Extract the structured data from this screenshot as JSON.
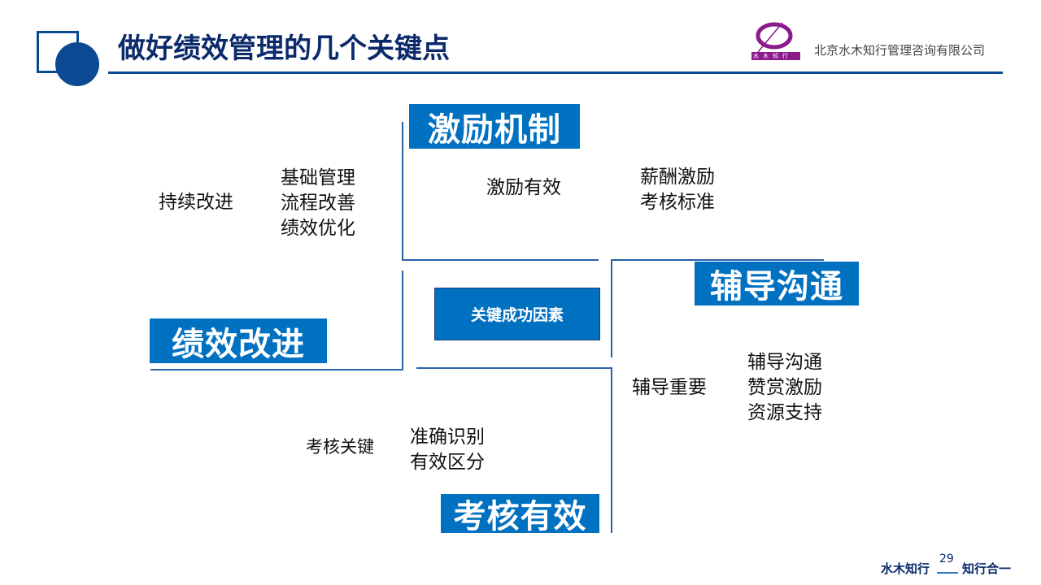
{
  "header": {
    "title": "做好绩效管理的几个关键点",
    "company": "北京水木知行管理咨询有限公司",
    "logo_text": "水木知行"
  },
  "center": "关键成功因素",
  "quadrants": [
    {
      "tag": "激励机制",
      "label": "激励有效",
      "items": [
        "薪酬激励",
        "考核标准"
      ]
    },
    {
      "tag": "辅导沟通",
      "label": "辅导重要",
      "items": [
        "辅导沟通",
        "赞赏激励",
        "资源支持"
      ]
    },
    {
      "tag": "绩效改进",
      "label": "持续改进",
      "items": [
        "基础管理",
        "流程改善",
        "绩效优化"
      ]
    },
    {
      "tag": "考核有效",
      "label": "考核关键",
      "items": [
        "准确识别",
        "有效区分"
      ]
    }
  ],
  "footer": {
    "left": "水木知行",
    "page": "29",
    "right": "知行合一"
  },
  "colors": {
    "accent": "#0070c0",
    "title": "#0b2a6b",
    "line": "#0b4a92"
  }
}
